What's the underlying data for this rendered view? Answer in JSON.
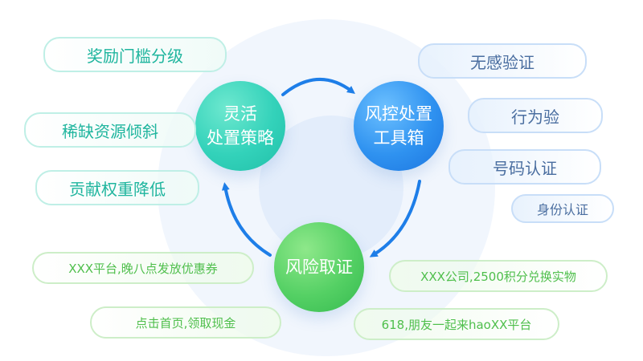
{
  "center": {
    "strategy": {
      "line1": "灵活",
      "line2": "处置策略"
    },
    "toolbox": {
      "line1": "风控处置",
      "line2": "工具箱"
    },
    "evidence": {
      "label": "风险取证"
    }
  },
  "left_pills": [
    {
      "label": "奖励门槛分级"
    },
    {
      "label": "稀缺资源倾斜"
    },
    {
      "label": "贡献权重降低"
    }
  ],
  "right_pills": [
    {
      "label": "无感验证"
    },
    {
      "label": "行为验"
    },
    {
      "label": "号码认证"
    },
    {
      "label": "身份认证"
    }
  ],
  "bottom_left_pills": [
    {
      "label": "XXX平台,晚八点发放优惠券"
    },
    {
      "label": "点击首页,领取现金"
    }
  ],
  "bottom_right_pills": [
    {
      "label": "XXX公司,2500积分兑换实物"
    },
    {
      "label": "618,朋友一起来haoXX平台"
    }
  ],
  "colors": {
    "teal": "#33d2ba",
    "blue": "#2f92f0",
    "green": "#54d064",
    "arrow": "#1e7ee8"
  }
}
